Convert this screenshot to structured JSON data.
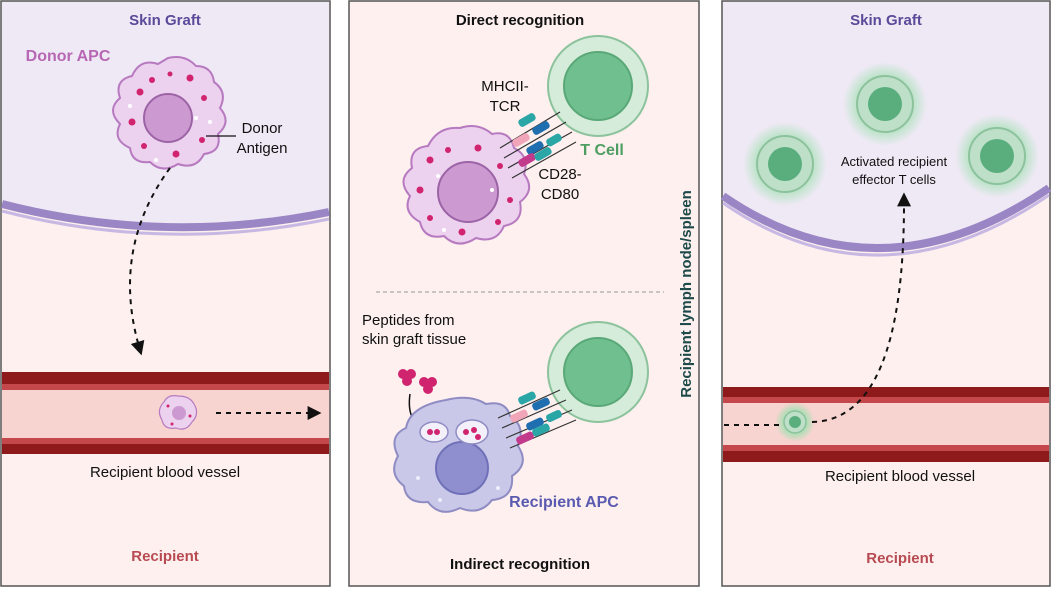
{
  "panel_left": {
    "skin_graft": "Skin Graft",
    "donor_apc": "Donor APC",
    "donor_antigen_line1": "Donor",
    "donor_antigen_line2": "Antigen",
    "blood_vessel": "Recipient blood vessel",
    "recipient": "Recipient"
  },
  "panel_middle": {
    "direct_recognition": "Direct recognition",
    "mhcii_line1": "MHCII-",
    "mhcii_line2": "TCR",
    "t_cell": "T Cell",
    "cd28_line1": "CD28-",
    "cd28_line2": "CD80",
    "peptides_line1": "Peptides from",
    "peptides_line2": "skin graft tissue",
    "recipient_apc": "Recipient APC",
    "indirect_recognition": "Indirect recognition",
    "vertical_label": "Recipient lymph node/spleen"
  },
  "panel_right": {
    "skin_graft": "Skin Graft",
    "activated_line1": "Activated recipient",
    "activated_line2": "effector T cells",
    "blood_vessel": "Recipient blood vessel",
    "recipient": "Recipient"
  },
  "colors": {
    "skin_graft_fill": "#efe9f5",
    "recipient_fill": "#fdf0ee",
    "membrane": "#9a86c4",
    "vessel_dark": "#8e1a1c",
    "vessel_light": "#f8d4d0",
    "donor_apc": "#ecd2ef",
    "recipient_apc": "#c9c8e8",
    "t_cell": "#bfe0c8",
    "t_cell_nucleus": "#6fbf8f"
  }
}
